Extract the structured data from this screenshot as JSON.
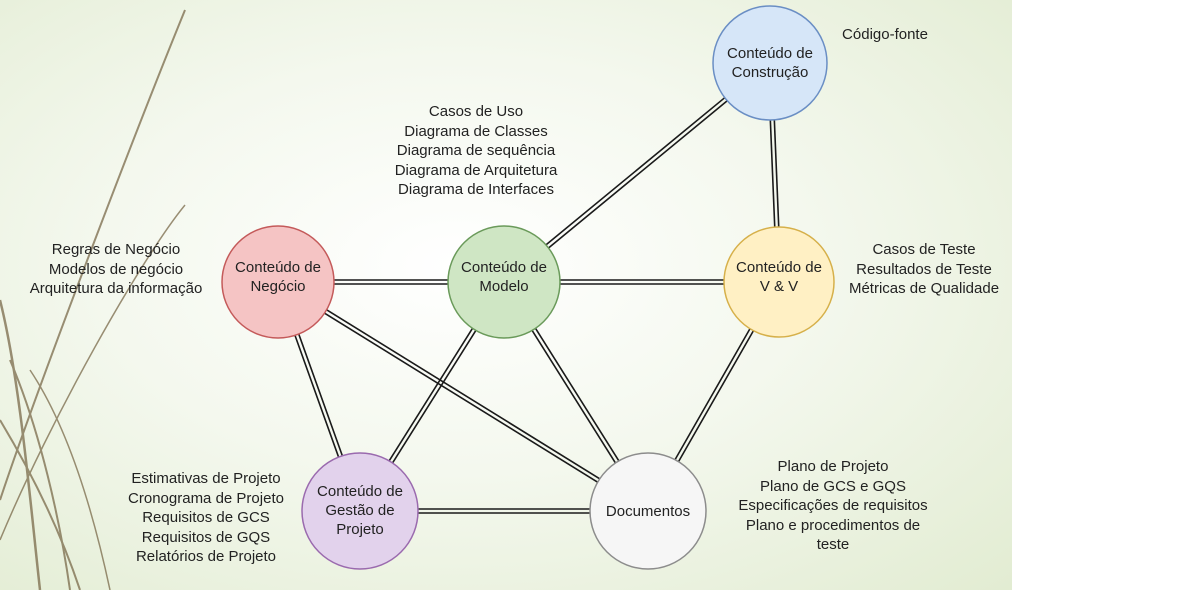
{
  "nodes": {
    "negocio": {
      "label": "Conteúdo de\nNegócio",
      "color": "#f5c4c4",
      "stroke": "#c45a5a"
    },
    "modelo": {
      "label": "Conteúdo de\nModelo",
      "color": "#cfe6c4",
      "stroke": "#6a9a5a"
    },
    "construcao": {
      "label": "Conteúdo de\nConstrução",
      "color": "#d6e6f8",
      "stroke": "#6a8ec4"
    },
    "vv": {
      "label": "Conteúdo de\nV & V",
      "color": "#fff0c4",
      "stroke": "#d6b04a"
    },
    "gestao": {
      "label": "Conteúdo de\nGestão de\nProjeto",
      "color": "#e2d2ec",
      "stroke": "#9a6aae"
    },
    "documentos": {
      "label": "Documentos",
      "color": "#f6f6f6",
      "stroke": "#8c8c8c"
    }
  },
  "notes": {
    "codigo": "Código-fonte",
    "modelo": "Casos de Uso\nDiagrama de Classes\nDiagrama de sequência\nDiagrama de Arquitetura\nDiagrama de Interfaces",
    "negocio": "Regras de Negócio\nModelos de negócio\nArquitetura da informação",
    "vv": "Casos de Teste\nResultados de Teste\nMétricas de Qualidade",
    "gestao": "Estimativas de Projeto\nCronograma de Projeto\nRequisitos de GCS\nRequisitos de GQS\nRelatórios de Projeto",
    "documentos": "Plano de Projeto\nPlano de GCS e GQS\nEspecificações de requisitos\nPlano e procedimentos de\nteste"
  },
  "edges": [
    [
      "negocio",
      "modelo"
    ],
    [
      "modelo",
      "vv"
    ],
    [
      "modelo",
      "construcao"
    ],
    [
      "construcao",
      "vv"
    ],
    [
      "negocio",
      "gestao"
    ],
    [
      "negocio",
      "documentos"
    ],
    [
      "modelo",
      "gestao"
    ],
    [
      "modelo",
      "documentos"
    ],
    [
      "vv",
      "documentos"
    ],
    [
      "gestao",
      "documentos"
    ]
  ]
}
